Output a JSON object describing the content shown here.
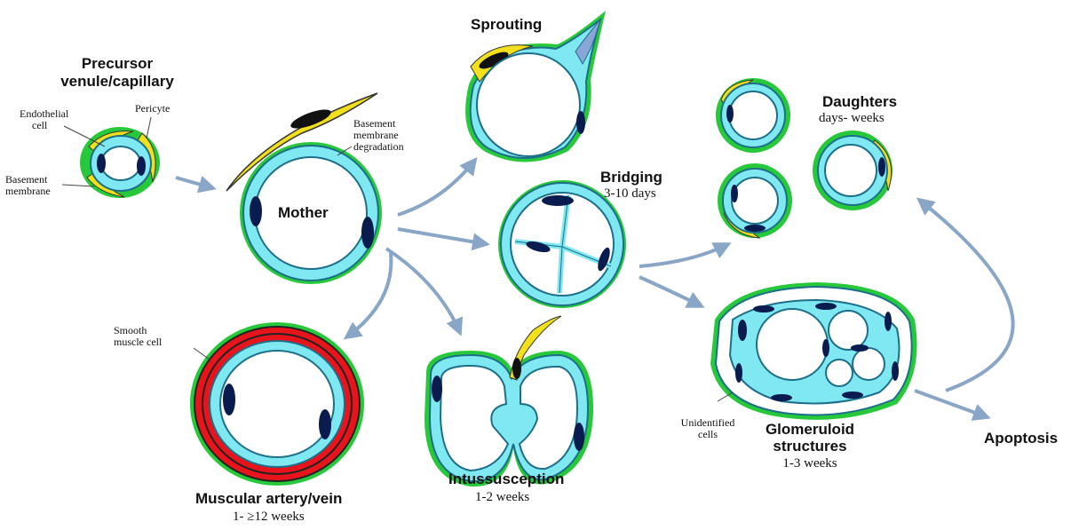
{
  "colors": {
    "endothelium": "#7fe8f0",
    "endothelium_edge": "#1c6f8a",
    "basement": "#27c93a",
    "pericyte": "#f2e01c",
    "nucleus": "#0a1b4f",
    "smooth_muscle": "#e8141c",
    "arrow": "#8aa6c6"
  },
  "labels": {
    "precursor_title_1": "Precursor",
    "precursor_title_2": "venule/capillary",
    "endothelial_1": "Endothelial",
    "endothelial_2": "cell",
    "pericyte": "Pericyte",
    "basement_1": "Basement",
    "basement_2": "membrane",
    "bm_degradation_1": "Basement",
    "bm_degradation_2": "membrane",
    "bm_degradation_3": "degradation",
    "mother": "Mother",
    "sprouting": "Sprouting",
    "bridging": "Bridging",
    "bridging_time": "3-10 days",
    "daughters": "Daughters",
    "daughters_time": "days- weeks",
    "smooth_muscle_1": "Smooth",
    "smooth_muscle_2": "muscle cell",
    "muscular": "Muscular artery/vein",
    "muscular_time": "1- ≥12 weeks",
    "intussusception": "Intussusception",
    "intussusception_time": "1-2 weeks",
    "unidentified_1": "Unidentified",
    "unidentified_2": "cells",
    "glomeruloid_1": "Glomeruloid",
    "glomeruloid_2": "structures",
    "glomeruloid_time": "1-3 weeks",
    "apoptosis": "Apoptosis"
  }
}
